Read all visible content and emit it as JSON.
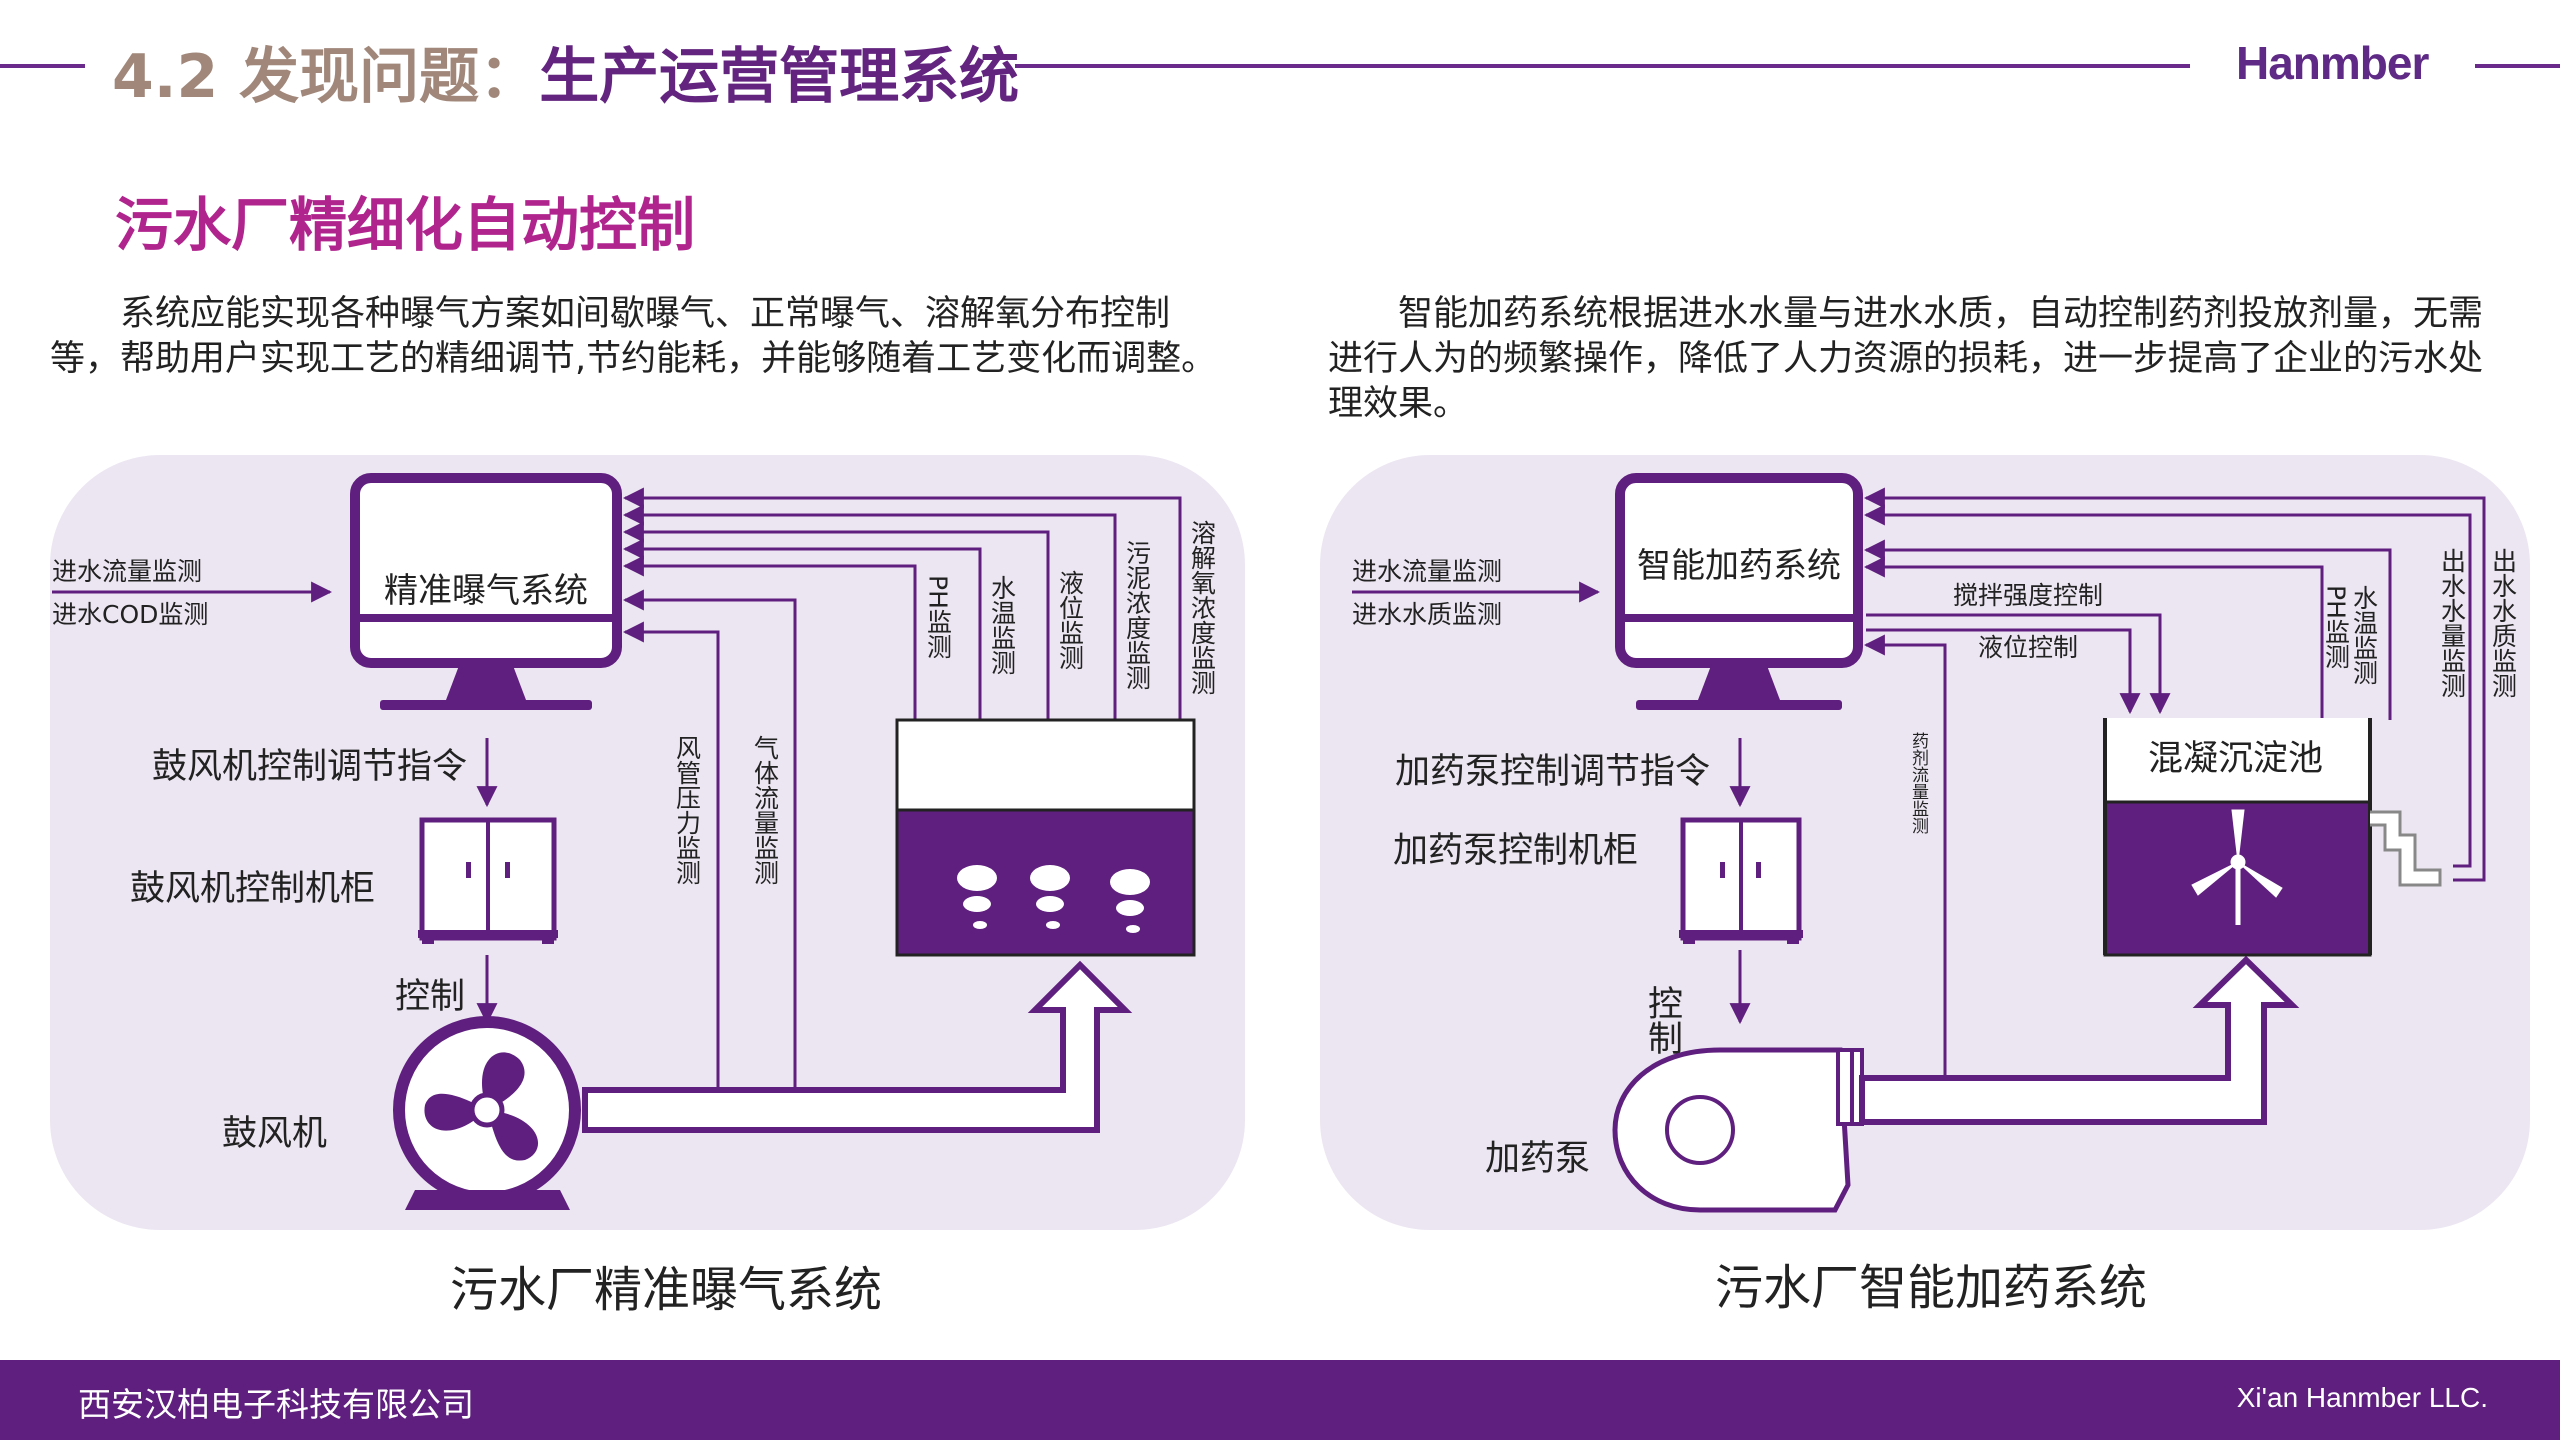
{
  "header": {
    "title_prefix": "4.2 发现问题：",
    "title_main": "生产运营管理系统",
    "brand": "Hanmber"
  },
  "subtitle": "污水厂精细化自动控制",
  "left": {
    "paragraph": "系统应能实现各种曝气方案如间歇曝气、正常曝气、溶解氧分布控制等，帮助用户实现工艺的精细调节,节约能耗，并能够随着工艺变化而调整。",
    "caption": "污水厂精准曝气系统",
    "monitor_label": "精准曝气系统",
    "input_labels": [
      "进水流量监测",
      "进水COD监测"
    ],
    "cabinet_command": "鼓风机控制调节指令",
    "cabinet_label": "鼓风机控制机柜",
    "control_label": "控制",
    "fan_label": "鼓风机",
    "vertical_labels": [
      "风管压力监测",
      "气体流量监测",
      "PH监测",
      "水温监测",
      "液位监测",
      "污泥浓度监测",
      "溶解氧浓度监测"
    ]
  },
  "right": {
    "paragraph": "智能加药系统根据进水水量与进水水质，自动控制药剂投放剂量，无需进行人为的频繁操作，降低了人力资源的损耗，进一步提高了企业的污水处理效果。",
    "caption": "污水厂智能加药系统",
    "monitor_label": "智能加药系统",
    "input_labels": [
      "进水流量监测",
      "进水水质监测"
    ],
    "stir_label": "搅拌强度控制",
    "level_label": "液位控制",
    "cabinet_command": "加药泵控制调节指令",
    "cabinet_label": "加药泵控制机柜",
    "control_label": "控制",
    "pump_label": "加药泵",
    "tank_label": "混凝沉淀池",
    "vertical_labels": [
      "药剂流量监测",
      "PH监测",
      "水温监测",
      "出水水量监测",
      "出水水质监测"
    ]
  },
  "footer": {
    "company_cn": "西安汉柏电子科技有限公司",
    "company_en": "Xi'an Hanmber LLC."
  },
  "colors": {
    "purple_dark": "#5f1f7e",
    "purple_line": "#6a2a8c",
    "magenta": "#b0248e",
    "panel_bg": "#ece6f2",
    "title_tan": "#a0877a"
  }
}
